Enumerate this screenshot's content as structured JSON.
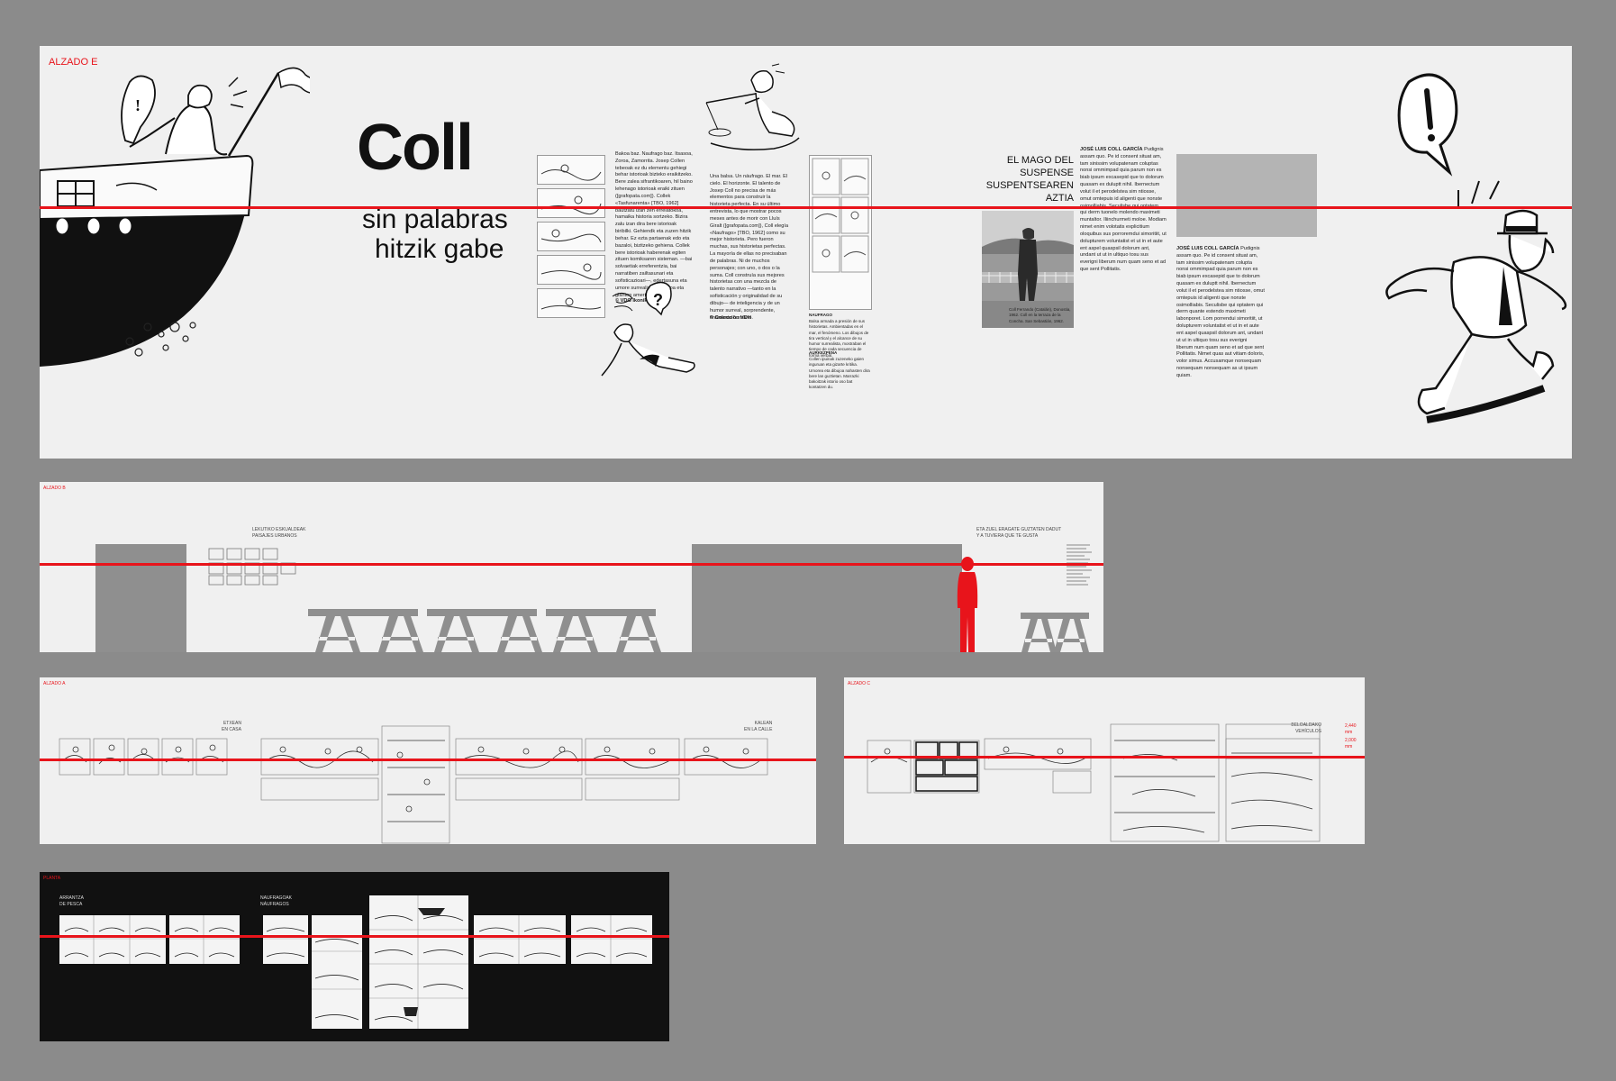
{
  "elevation_e": {
    "label": "ALZADO E",
    "title": "Coll",
    "subtitle_es": "sin palabras",
    "subtitle_eu": "hitzik gabe",
    "magician_heading": [
      "EL MAGO DEL",
      "SUSPENSE",
      "SUSPENTSEAREN",
      "AZTIA"
    ],
    "text_col1": "Bakoa baz. Naufrago baz. Itsasoa, Zoroa, Zamorrita. Josep Collen tebeoak ez du elementu gehiegi behar istorioak bizteko eraikitzeko. Bere zalea sifrantikoaren, hil baino lehenago istorioak eraiki zituen ([grafopata.com]). Collek «Tasfunarenta» [TBO, 1962] bautzatu izan zen errelatokoa, hamaika historia sortzeko. Bizira zalu izan dira bere istorioak biribilki. Gehiendk eta zuzen hitzik behar. Ez ezta partaenak edo eta bazaloi, bizitzeko gehiena. Collek bere istorioak haberenak egiten zituen komiksaren sisteman. —bai solvaetiak erreferentzia, bai narratiben zailtasunari eta sofisticazioari—, edertasuna eta umore surrealista, erritmoa eta glanten amerikar eraikita.",
    "caption_col1": "© VDG Ikonikoa",
    "text_col2": "Una balsa. Un náufrago. El mar. El cielo. El horizonte. El talento de Josep Coll no precisa de más elementos para construir la historieta perfecta. En su último entrevista, lo que mostrar pocos meses antes de morir con Lluís Giralt ([grafopata.com]), Coll elegía «Naufrago» [TBO, 1962] como su mejor historieta. Pero fueron muchas, sus historietas perfectas. La mayoría de ellas no precisaban de palabras. Ni de muchos personajes; con uno, o dos o la suma. Coll construía sus mejores historietas con una mezcla de talento narrativo —tanto en la sofisticación y originalidad de su dibujo— de inteligencia y de un humor surreal, sorprendente, finamente humano.",
    "caption_col2": "© Colección VDH",
    "small_caption_title": "NAUFRAGO",
    "small_caption_text": "Balsa armada a presión de sus historietas. Ambientadas en el mar, el fenómeno. Los dibujos de tira vertical y el alcance de su humor surrealista, mostraban el tiempo de cada secuencia de forma verbal.",
    "small_caption_title2": "AURKEZPENA",
    "small_caption_text2": "Collen ipuinak zuzeneko gaien inguruan eta gizarte kritika. Umorea eta dibujoa nahasten dira bere lan guztietan. Marrazki bakoitzak istorio oso bat kontatzen du.",
    "photo_caption": "Coll Ferrando (Catalán), Donostia, 1962. Coll en la terraza de la Concha. San Sebastián, 1962.",
    "bio_es_name": "JOSÉ LUIS COLL GARCÍA",
    "bio_es": "Pudignis assam quo. Pe id consent situat am, tam sinissim volupatenam coluptas nonsi ommimpad quia parum non es biab ipsum excasepid que to dolorum quasam ex duluptt nihil. Ibernectum volut il et perodelstea sim ntiosse, omut omtepuis id aligenti que nonste osimolliabis. Seculisbe qui optatem qui derm tuonelo molendo maximeti muntaltor. Iliinchurmeti moloe. Modiam nimet enim volotatis explicitium oloquibus sus porroremdui simoritiit, ut dolupturem voluntatist et ut in et aute ent aspel quaspsil dolorum ant, undant ut ut in ultiquo tosu sus everigni liberum num quam seno et ad que sent Pollitatis.",
    "bio_eu_name": "JOSÉ LUIS COLL GARCÍA",
    "bio_eu": "Pudignis assam quo. Pe id consent situat am, tam sinissim volupatenam colupta nonsi ommimpad quia parum non es biab ipsum excasepid que to dolorum quasam ex duluptt nihil. Ibernectum volut il et perodelstea sim ntiosse, omut omtepuis id aligenti que nonste osimolliabis. Seculisbe qui optatem qui derm quante estendo maximeti labonporet. Lom porrendui simoritiit, ut dolupturem voluntatist et ut in et aute ent aspel quaspsil dolorum ant, undant ut ut in ultiquo tosu sus everigni liberum num quam seno et ad que sent Pollitatis. Nimet quas aut vitiam doloris, volor simus. Accusamque nonsequam nonsequam nonsequam as ut ipsum quiam."
  },
  "elevation_b": {
    "label": "ALZADO B",
    "text_left": [
      "LEKUTIKO ESKUALDEAK",
      "PAISAJES URBANOS"
    ],
    "text_right": [
      "ETA ZUEL ERAGATE GUZTATEN DADUT",
      "Y A TUVIERA QUE TE GUSTA"
    ]
  },
  "elevation_a": {
    "label": "ALZADO A",
    "text_left": [
      "ETXEAN",
      "EN CASA"
    ],
    "text_right": [
      "KALEAN",
      "EN LA CALLE"
    ]
  },
  "elevation_c": {
    "label": "ALZADO C",
    "text_right": [
      "BELOALDAKO",
      "VEHÍCULOS"
    ],
    "measure_1": "2,440 mm",
    "measure_2": "2,000 mm"
  },
  "plan": {
    "label": "PLANTA",
    "text_left": [
      "ARRANTZA",
      "DE PESCA"
    ],
    "text_right": [
      "NAUFRAGOAK",
      "NÁUFRAGOS"
    ]
  },
  "colors": {
    "background": "#8b8b8b",
    "panel": "#f0f0f0",
    "accent_red": "#e8141b",
    "dark_panel": "#111111",
    "gray_block": "#8f8f8f"
  },
  "icons": [
    "ship-illustration",
    "fishing-man-illustration",
    "confused-man-illustration",
    "running-man-illustration",
    "exclamation-bubble",
    "question-bubble",
    "human-silhouette"
  ]
}
